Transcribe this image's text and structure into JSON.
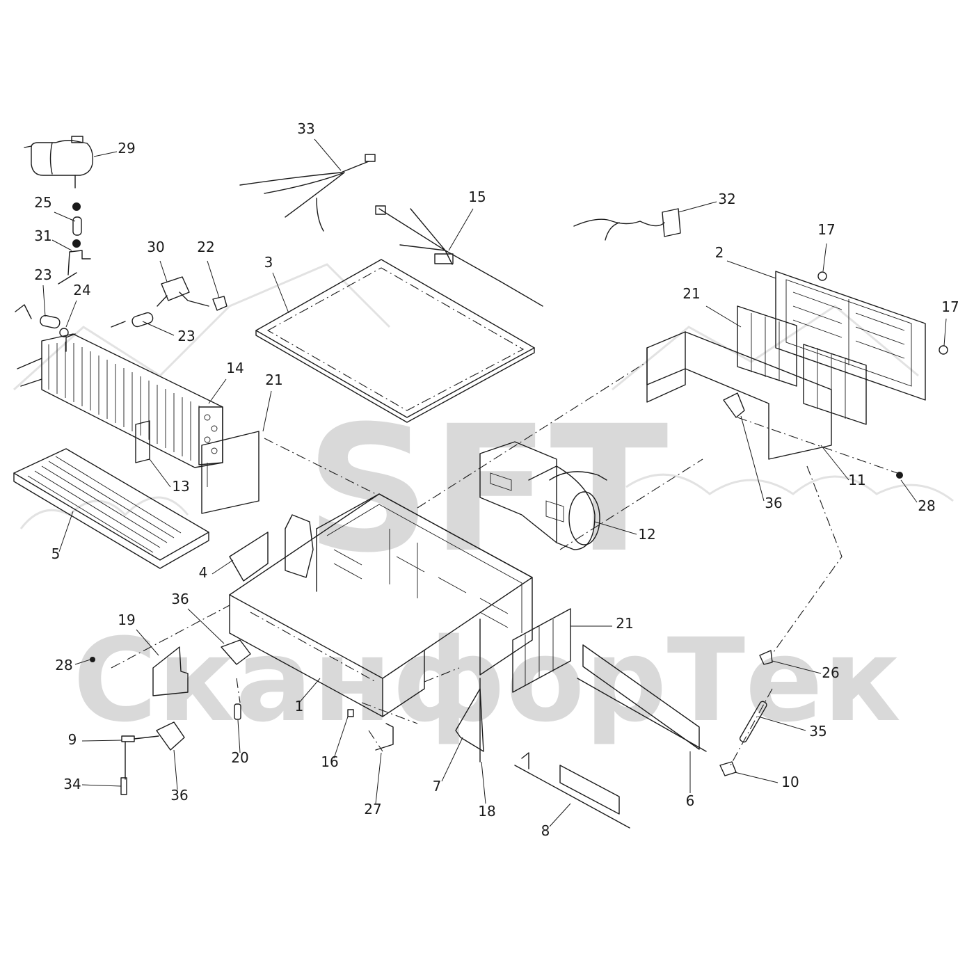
{
  "watermark": {
    "logo": "SFT",
    "brand": "СканфорТек"
  },
  "callouts": [
    {
      "label": "33"
    },
    {
      "label": "29"
    },
    {
      "label": "15"
    },
    {
      "label": "32"
    },
    {
      "label": "25"
    },
    {
      "label": "31"
    },
    {
      "label": "30"
    },
    {
      "label": "22"
    },
    {
      "label": "17"
    },
    {
      "label": "2"
    },
    {
      "label": "3"
    },
    {
      "label": "23"
    },
    {
      "label": "24"
    },
    {
      "label": "21"
    },
    {
      "label": "17"
    },
    {
      "label": "23"
    },
    {
      "label": "14"
    },
    {
      "label": "21"
    },
    {
      "label": "13"
    },
    {
      "label": "11"
    },
    {
      "label": "28"
    },
    {
      "label": "36"
    },
    {
      "label": "5"
    },
    {
      "label": "12"
    },
    {
      "label": "4"
    },
    {
      "label": "36"
    },
    {
      "label": "21"
    },
    {
      "label": "19"
    },
    {
      "label": "28"
    },
    {
      "label": "26"
    },
    {
      "label": "1"
    },
    {
      "label": "35"
    },
    {
      "label": "9"
    },
    {
      "label": "20"
    },
    {
      "label": "16"
    },
    {
      "label": "10"
    },
    {
      "label": "34"
    },
    {
      "label": "36"
    },
    {
      "label": "7"
    },
    {
      "label": "27"
    },
    {
      "label": "18"
    },
    {
      "label": "6"
    },
    {
      "label": "8"
    }
  ]
}
